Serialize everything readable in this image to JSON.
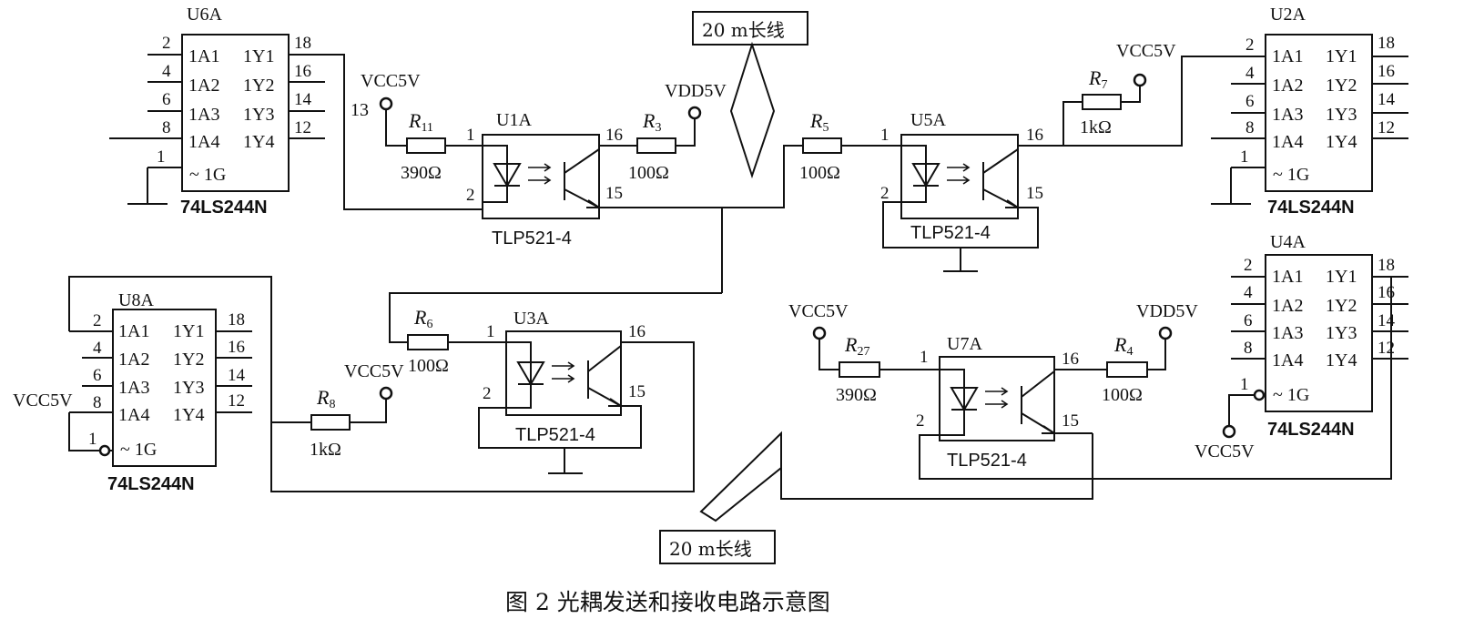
{
  "caption": "图 2 光耦发送和接收电路示意图",
  "cable_label": "20 m长线",
  "buffer_part": "74LS244N",
  "opto_part": "TLP521-4",
  "buffer_pins": {
    "in_labels": [
      "1A1",
      "1A2",
      "1A3",
      "1A4"
    ],
    "out_labels": [
      "1Y1",
      "1Y2",
      "1Y3",
      "1Y4"
    ],
    "in_nums": [
      "2",
      "4",
      "6",
      "8"
    ],
    "out_nums": [
      "18",
      "16",
      "14",
      "12"
    ],
    "enable_label": "~ 1G",
    "enable_num": "1"
  },
  "opto_pins": [
    "1",
    "2",
    "16",
    "15"
  ],
  "buffers": [
    {
      "id": "U6A"
    },
    {
      "id": "U2A"
    },
    {
      "id": "U8A"
    },
    {
      "id": "U4A"
    }
  ],
  "optos": [
    {
      "id": "U1A"
    },
    {
      "id": "U5A"
    },
    {
      "id": "U3A"
    },
    {
      "id": "U7A"
    }
  ],
  "resistors": [
    {
      "ref": "R",
      "sub": "11",
      "value": "390Ω"
    },
    {
      "ref": "R",
      "sub": "3",
      "value": "100Ω"
    },
    {
      "ref": "R",
      "sub": "5",
      "value": "100Ω"
    },
    {
      "ref": "R",
      "sub": "7",
      "value": "1kΩ"
    },
    {
      "ref": "R",
      "sub": "6",
      "value": "100Ω"
    },
    {
      "ref": "R",
      "sub": "8",
      "value": "1kΩ"
    },
    {
      "ref": "R",
      "sub": "27",
      "value": "390Ω"
    },
    {
      "ref": "R",
      "sub": "4",
      "value": "100Ω"
    }
  ],
  "nets": {
    "vcc": "VCC5V",
    "vdd": "VDD5V",
    "pin13": "13"
  }
}
